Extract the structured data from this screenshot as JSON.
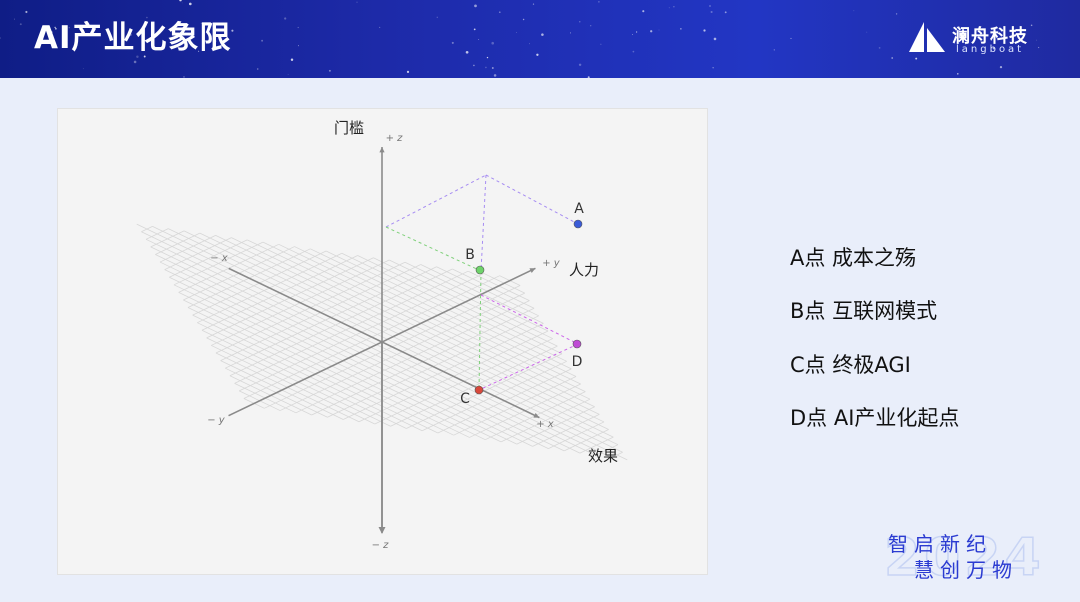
{
  "header": {
    "title": "AI产业化象限",
    "logo_cn": "澜舟科技",
    "logo_en": "langboat"
  },
  "diagram": {
    "axis_title_z": "门槛",
    "axis_title_y": "人力",
    "axis_title_x": "效果",
    "tick_pos_z": "+ z",
    "tick_neg_z": "− z",
    "tick_pos_y": "+ y",
    "tick_neg_y": "− y",
    "tick_pos_x": "+ x",
    "tick_neg_x": "− x",
    "points": [
      {
        "label": "A",
        "color": "#3a5bd8"
      },
      {
        "label": "B",
        "color": "#6ed36a"
      },
      {
        "label": "C",
        "color": "#d9483b"
      },
      {
        "label": "D",
        "color": "#c04ad6"
      }
    ]
  },
  "legend": {
    "items": [
      "A点 成本之殇",
      "B点 互联网模式",
      "C点 终极AGI",
      "D点 AI产业化起点"
    ]
  },
  "slogan": {
    "line1": "智启新纪",
    "line2": "慧创万物",
    "year": "2024"
  },
  "colors": {
    "header": "#1d2aa8",
    "accent": "#2b3bd1",
    "dashed_violet": "#a68cf2",
    "dashed_green": "#7fd07a",
    "dashed_magenta": "#cc66ea"
  }
}
